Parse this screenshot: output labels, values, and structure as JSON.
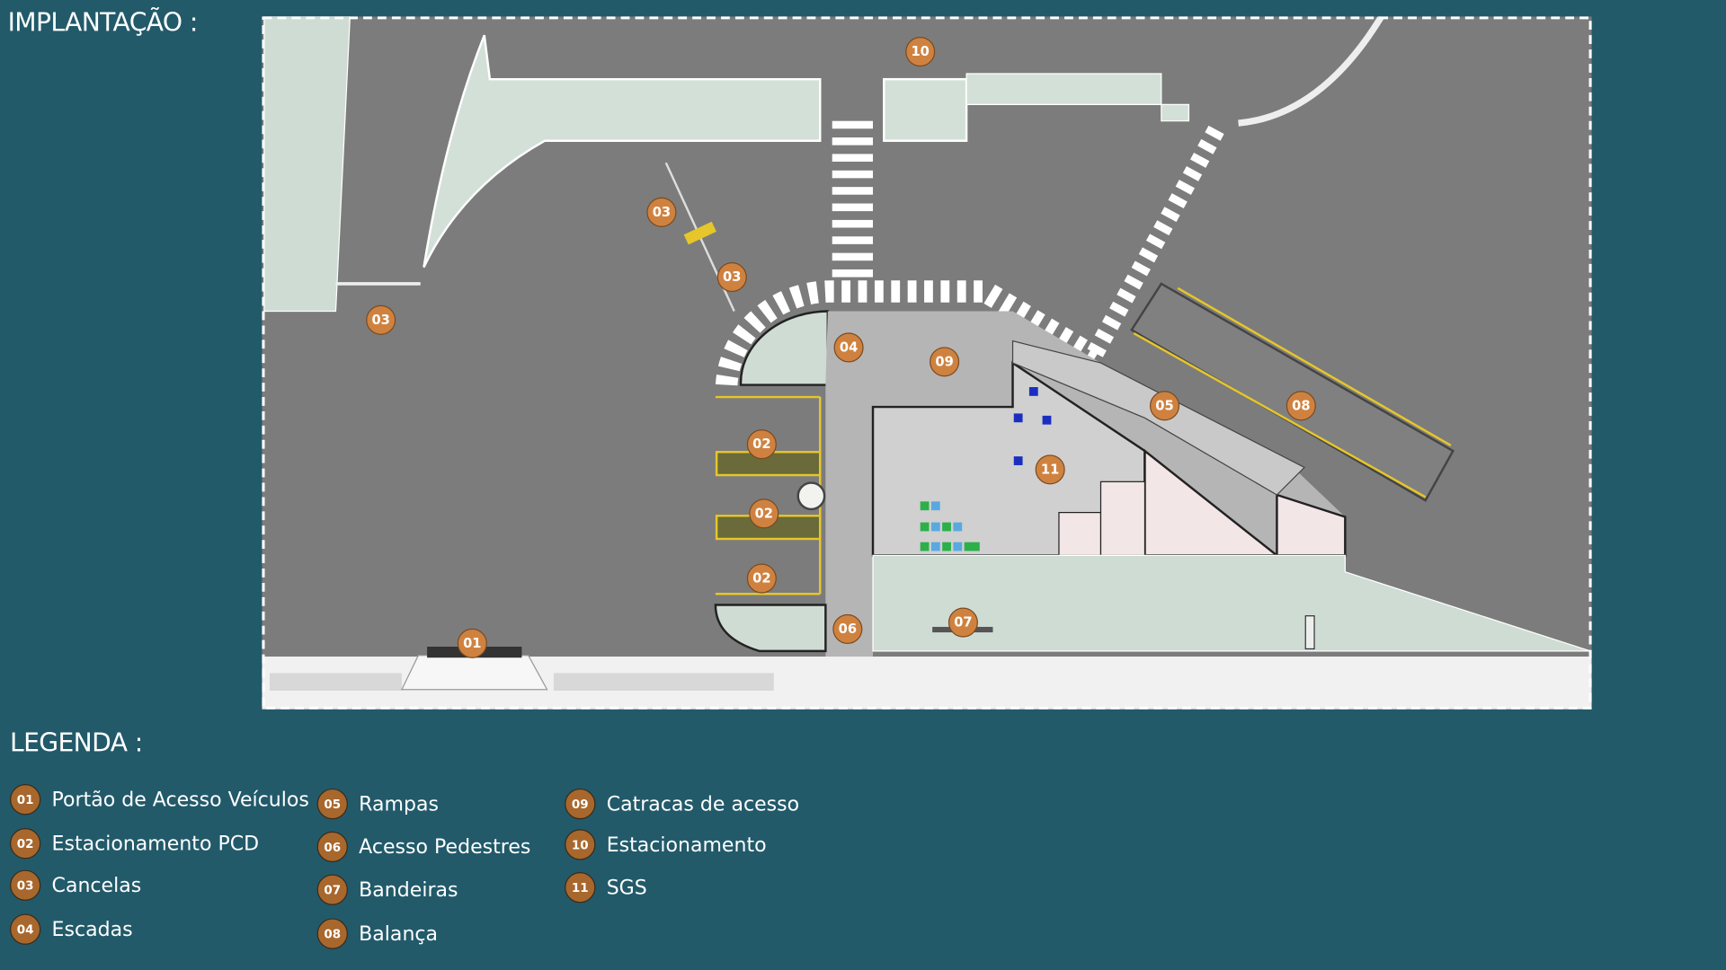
{
  "header": {
    "title": "IMPLANTAÇÃO :"
  },
  "legend": {
    "title": "LEGENDA :",
    "items": [
      {
        "num": "01",
        "label": "Portão de Acesso Veículos"
      },
      {
        "num": "02",
        "label": "Estacionamento PCD"
      },
      {
        "num": "03",
        "label": "Cancelas"
      },
      {
        "num": "04",
        "label": "Escadas"
      },
      {
        "num": "05",
        "label": "Rampas"
      },
      {
        "num": "06",
        "label": "Acesso Pedestres"
      },
      {
        "num": "07",
        "label": "Bandeiras"
      },
      {
        "num": "08",
        "label": "Balança"
      },
      {
        "num": "09",
        "label": "Catracas de acesso"
      },
      {
        "num": "10",
        "label": "Estacionamento"
      },
      {
        "num": "11",
        "label": "SGS"
      }
    ]
  },
  "map": {
    "markers": [
      "10",
      "03",
      "03",
      "03",
      "04",
      "09",
      "05",
      "08",
      "02",
      "11",
      "02",
      "02",
      "07",
      "06",
      "01"
    ]
  },
  "colors": {
    "background": "#225a6a",
    "marker": "#cf8240",
    "asphalt": "#7c7c7c",
    "green_area": "#cfdcd4"
  }
}
